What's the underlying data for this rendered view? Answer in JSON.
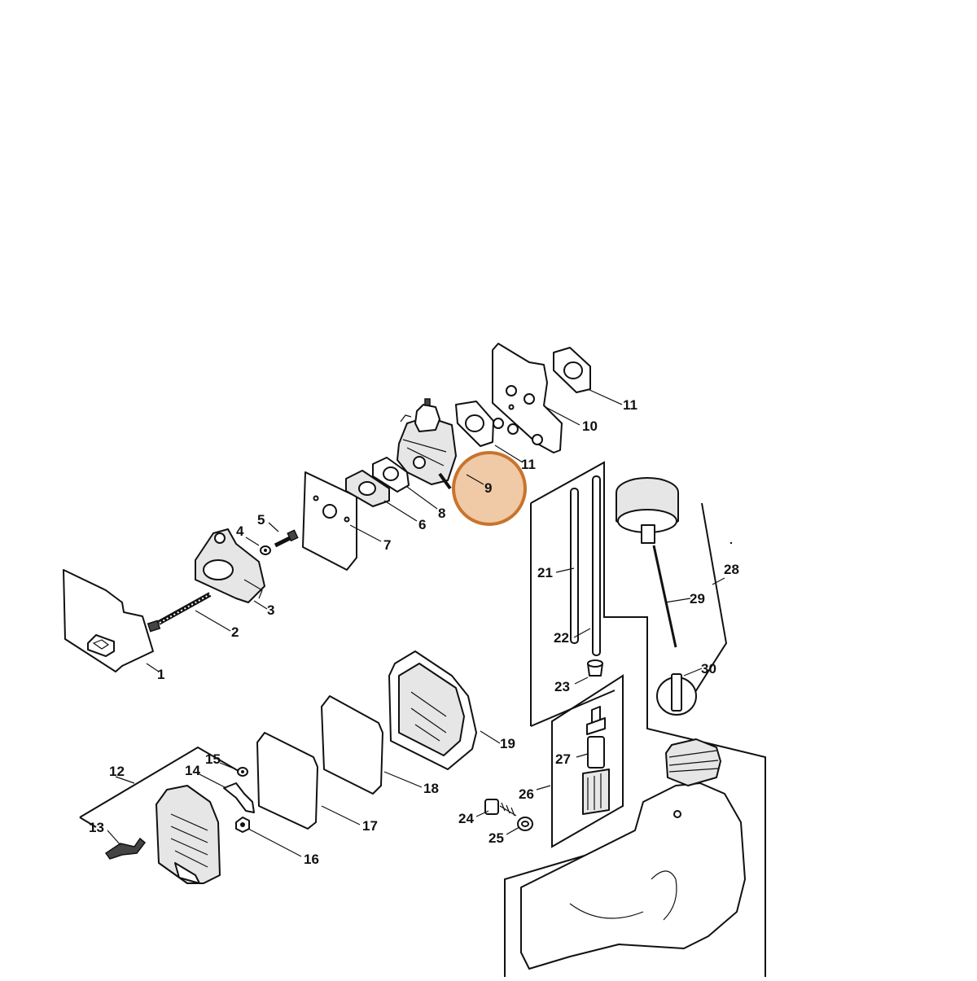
{
  "diagram": {
    "callout_labels": [
      "1",
      "2",
      "3",
      "4",
      "5",
      "6",
      "7",
      "8",
      "9",
      "10",
      "11",
      "11",
      "12",
      "13",
      "14",
      "15",
      "16",
      "17",
      "18",
      "19",
      "21",
      "22",
      "23",
      "24",
      "25",
      "26",
      "27",
      "28",
      "29",
      "30"
    ],
    "highlighted_callout": "9",
    "highlight_color": "#f0c9a6",
    "highlight_border_color": "#c8742c"
  }
}
